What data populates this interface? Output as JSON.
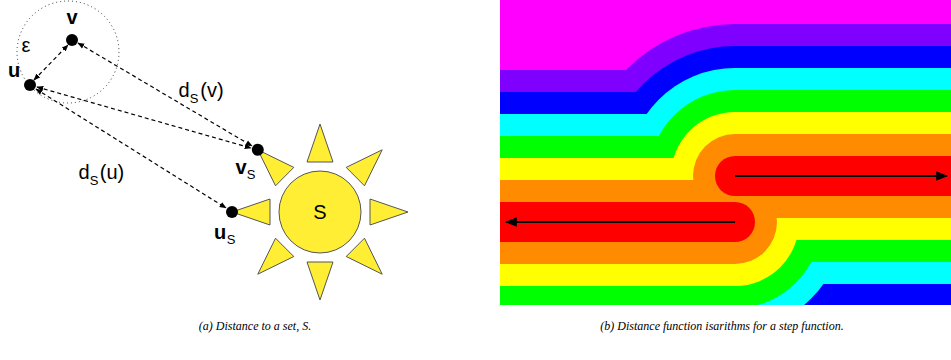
{
  "diagram": {
    "nodes": [
      {
        "text": [
          "S"
        ]
      }
    ],
    "labels": [
      "v",
      "ε",
      "u",
      "d",
      "S",
      "(v)",
      "v",
      "S",
      "d",
      "S",
      "(u)",
      "u",
      "S",
      "(a) Distance to a set, S.",
      "(b) Distance function isarithms for a step function."
    ]
  }
}
